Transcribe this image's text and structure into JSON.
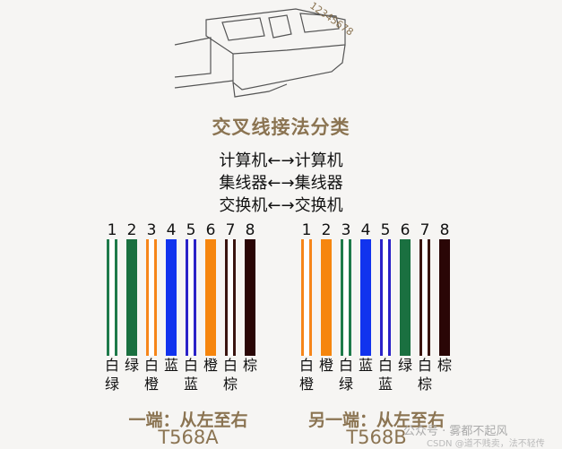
{
  "connector": {
    "pin_label": "12345678"
  },
  "title": "交叉线接法分类",
  "connections": [
    "计算机←→计算机",
    "集线器←→集线器",
    "交换机←→交换机"
  ],
  "colors": {
    "white_green": "#1e7a4a",
    "green": "#1a7040",
    "white_orange": "#f6861a",
    "blue": "#1133ee",
    "white_blue": "#2a22c8",
    "orange": "#f6860e",
    "white_brown": "#3a1410",
    "brown": "#2a0606",
    "caption": "#8b7452"
  },
  "t568a": {
    "wires": [
      {
        "num": "1",
        "label": [
          "白",
          "绿"
        ],
        "color": "white_green",
        "striped": true
      },
      {
        "num": "2",
        "label": [
          "绿",
          ""
        ],
        "color": "green",
        "striped": false
      },
      {
        "num": "3",
        "label": [
          "白",
          "橙"
        ],
        "color": "white_orange",
        "striped": true
      },
      {
        "num": "4",
        "label": [
          "蓝",
          ""
        ],
        "color": "blue",
        "striped": false
      },
      {
        "num": "5",
        "label": [
          "白",
          "蓝"
        ],
        "color": "white_blue",
        "striped": true
      },
      {
        "num": "6",
        "label": [
          "橙",
          ""
        ],
        "color": "orange",
        "striped": false
      },
      {
        "num": "7",
        "label": [
          "白",
          "棕"
        ],
        "color": "white_brown",
        "striped": true
      },
      {
        "num": "8",
        "label": [
          "棕",
          ""
        ],
        "color": "brown",
        "striped": false
      }
    ],
    "caption": "一端：从左至右",
    "standard": "T568A"
  },
  "t568b": {
    "wires": [
      {
        "num": "1",
        "label": [
          "白",
          "橙"
        ],
        "color": "white_orange",
        "striped": true
      },
      {
        "num": "2",
        "label": [
          "橙",
          ""
        ],
        "color": "orange",
        "striped": false
      },
      {
        "num": "3",
        "label": [
          "白",
          "绿"
        ],
        "color": "white_green",
        "striped": true
      },
      {
        "num": "4",
        "label": [
          "蓝",
          ""
        ],
        "color": "blue",
        "striped": false
      },
      {
        "num": "5",
        "label": [
          "白",
          "蓝"
        ],
        "color": "white_blue",
        "striped": true
      },
      {
        "num": "6",
        "label": [
          "绿",
          ""
        ],
        "color": "green",
        "striped": false
      },
      {
        "num": "7",
        "label": [
          "白",
          "棕"
        ],
        "color": "white_brown",
        "striped": true
      },
      {
        "num": "8",
        "label": [
          "棕",
          ""
        ],
        "color": "brown",
        "striped": false
      }
    ],
    "caption": "另一端：从左至右",
    "standard": "T568B"
  },
  "watermark": {
    "line1": "公众号 · 雾都不起风",
    "line2": "CSDN @道不贱卖，法不轻传"
  }
}
